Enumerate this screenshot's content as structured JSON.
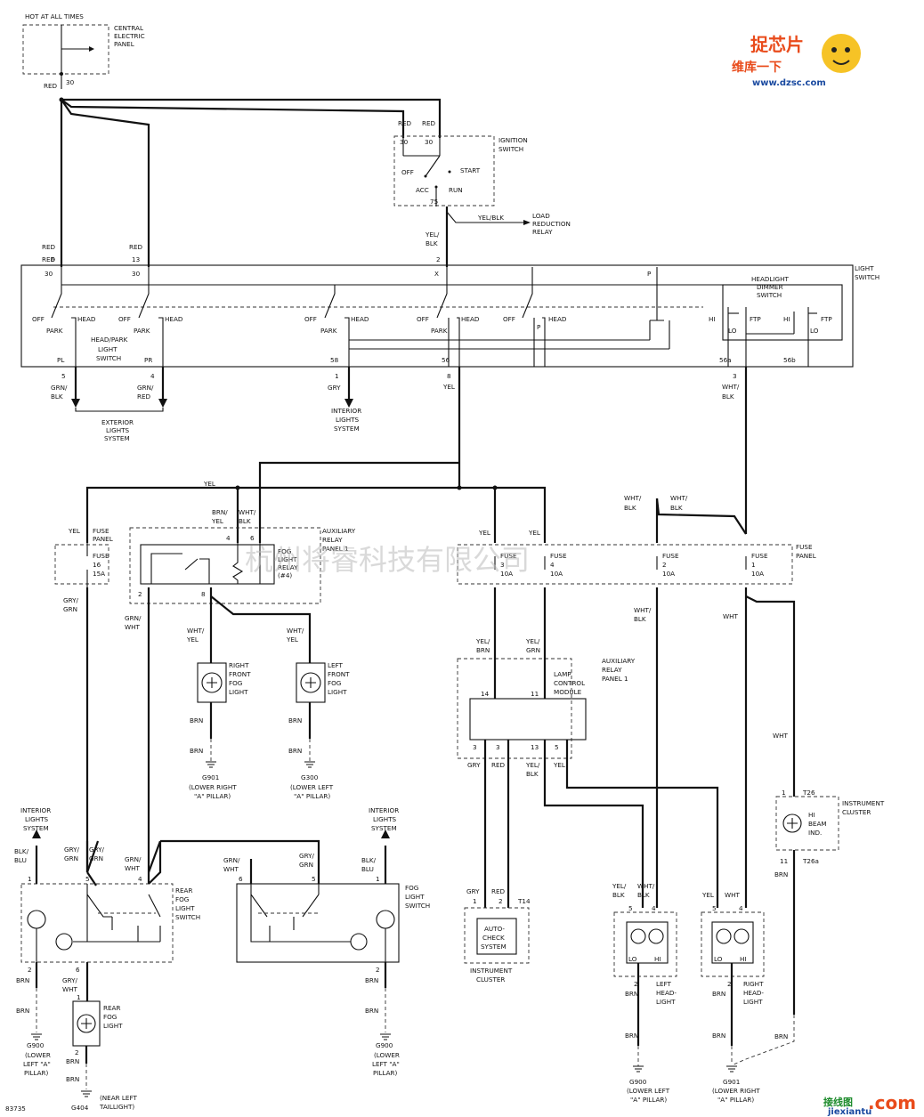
{
  "labels": {
    "hot": "HOT AT ALL TIMES",
    "cep1": "CENTRAL",
    "cep2": "ELECTRIC",
    "cep3": "PANEL",
    "red": "RED",
    "n30": "30",
    "n6": "6",
    "n13": "13",
    "n2": "2",
    "ign1": "IGNITION",
    "ign2": "SWITCH",
    "off": "OFF",
    "acc": "ACC",
    "run": "RUN",
    "start": "START",
    "n75": "75",
    "yelblk": "YEL/BLK",
    "lrr1": "LOAD",
    "lrr2": "REDUCTION",
    "lrr3": "RELAY",
    "yel": "YEL/",
    "blk": "BLK",
    "ls1": "LIGHT",
    "ls2": "SWITCH",
    "x": "X",
    "p": "P",
    "hd1": "HEADLIGHT",
    "hd2": "DIMMER",
    "hd3": "SWITCH",
    "head": "HEAD",
    "park": "PARK",
    "hi": "HI",
    "ftp": "FTP",
    "lo": "LO",
    "hp1": "HEAD/PARK",
    "hp2": "LIGHT",
    "hp3": "SWITCH",
    "pl": "PL",
    "pr": "PR",
    "n58": "58",
    "n56": "56",
    "n56a": "56a",
    "n56b": "56b",
    "n5": "5",
    "n4": "4",
    "n1": "1",
    "n8": "8",
    "n3": "3",
    "grn": "GRN/",
    "blk2": "BLK",
    "grn2": "GRN/",
    "red2": "RED",
    "gry": "GRY",
    "yelw": "YEL",
    "wht": "WHT/",
    "blk3": "BLK",
    "ext1": "EXTERIOR",
    "ext2": "LIGHTS",
    "ext3": "SYSTEM",
    "int1": "INTERIOR",
    "int2": "LIGHTS",
    "int3": "SYSTEM",
    "brn": "BRN/",
    "yel2": "YEL",
    "wht2": "WHT/",
    "blk4": "BLK",
    "arp1": "AUXILIARY",
    "arp2": "RELAY",
    "arp3": "PANEL 1",
    "fp1": "FUSE",
    "fp2": "PANEL",
    "fuse": "FUSE",
    "f16": "16",
    "f15a": "15A",
    "f3": "3",
    "f4": "4",
    "f2": "2",
    "f1": "1",
    "f10a": "10A",
    "flr1": "FOG",
    "flr2": "LIGHT",
    "flr3": "RELAY",
    "flr4": "(#4)",
    "grygrn": "GRY/",
    "grn3": "GRN",
    "grnwht": "GRN/",
    "wht3": "WHT",
    "whtyel": "WHT/",
    "yel3": "YEL",
    "rf1": "RIGHT",
    "rf2": "FRONT",
    "rf3": "FOG",
    "rf4": "LIGHT",
    "lf1": "LEFT",
    "lf2": "FRONT",
    "lf3": "FOG",
    "lf4": "LIGHT",
    "brnw": "BRN",
    "g901": "G901",
    "g901b": "(LOWER RIGHT",
    "g901c": "\"A\" PILLAR)",
    "g300": "G300",
    "g300b": "(LOWER LEFT",
    "g300c": "\"A\" PILLAR)",
    "yelbrn": "YEL/",
    "brn4": "BRN",
    "yelgrn": "YEL/",
    "grn4": "GRN",
    "lcm1": "LAMP",
    "lcm2": "CONTROL",
    "lcm3": "MODULE",
    "n14": "14",
    "n11": "11",
    "n13b": "13",
    "whtblk": "WHT/",
    "blk5": "BLK",
    "whtw": "WHT",
    "ic1": "INSTRUMENT",
    "ic2": "CLUSTER",
    "hb1": "HI",
    "hb2": "BEAM",
    "hb3": "IND.",
    "t26": "T26",
    "t26a": "T26a",
    "n11b": "11",
    "bkblu": "BLK/",
    "blu": "BLU",
    "rfs1": "REAR",
    "rfs2": "FOG",
    "rfs3": "LIGHT",
    "rfs4": "SWITCH",
    "fls1": "FOG",
    "fls2": "LIGHT",
    "fls3": "SWITCH",
    "rfl1": "REAR",
    "rfl2": "FOG",
    "rfl3": "LIGHT",
    "gryw": "GRY/",
    "whtr": "WHT",
    "g900": "G900",
    "g900b": "(LOWER",
    "g900c": "LEFT \"A\"",
    "g900d": "PILLAR)",
    "g404": "G404",
    "g404b": "(NEAR LEFT",
    "g404c": "TAILLIGHT)",
    "ac1": "AUTO-",
    "ac2": "CHECK",
    "ac3": "SYSTEM",
    "t14": "T14",
    "gryac": "GRY",
    "redac": "RED",
    "lhl1": "LEFT",
    "lhl2": "HEAD-",
    "lhl3": "LIGHT",
    "rhl1": "RIGHT",
    "rhl2": "HEAD-",
    "rhl3": "LIGHT",
    "lohi_lo": "LO",
    "lohi_hi": "HI",
    "g900l": "G900",
    "g900lb": "(LOWER LEFT",
    "g900lc": "\"A\" PILLAR)",
    "g901r": "G901",
    "g901rb": "(LOWER RIGHT",
    "g901rc": "\"A\" PILLAR)",
    "code": "83735",
    "wm": "杭州将睿科技有限公司",
    "logo_a": "捉芯片",
    "logo_b": "维库一下",
    "logo_c": "www.dzsc.com",
    "logo_d": "接线图",
    "logo_e": ".com",
    "logo_f": "jiexiantu"
  }
}
